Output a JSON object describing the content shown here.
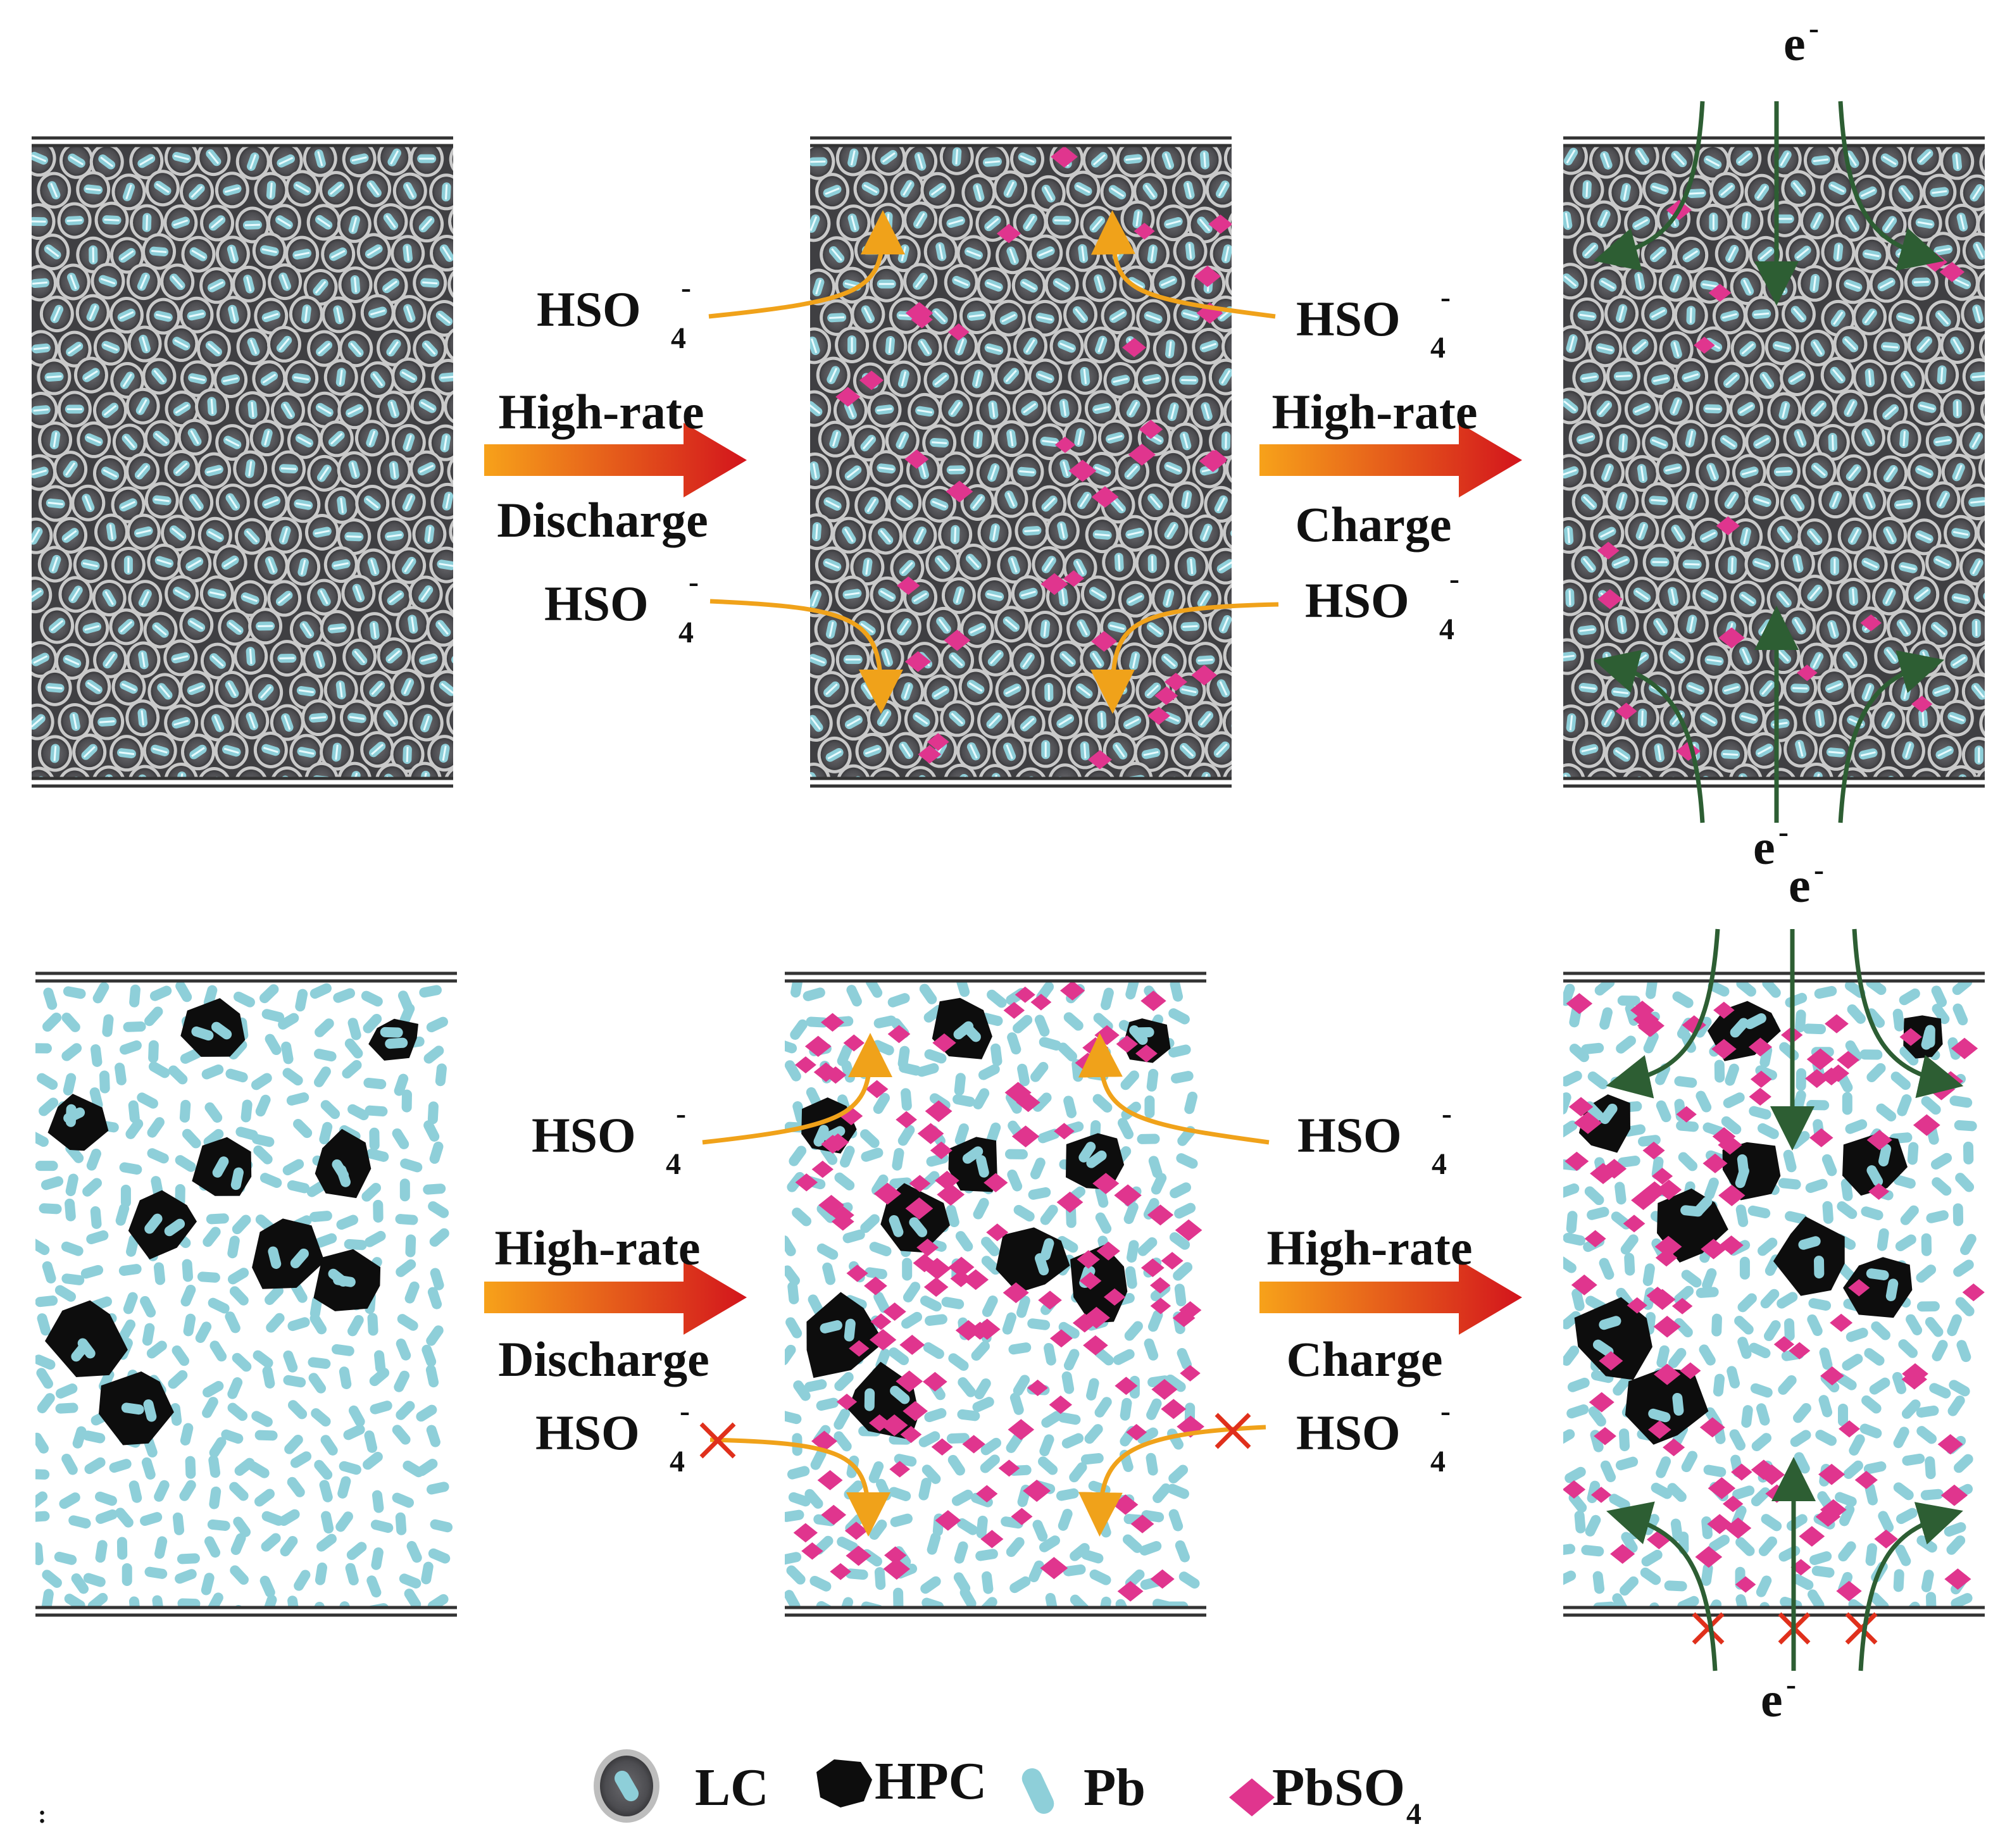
{
  "labels": {
    "high_rate": "High-rate",
    "discharge": "Discharge",
    "charge": "Charge",
    "hso4_base": "HSO",
    "hso4_sub": "4",
    "hso4_sup": "-",
    "e_base": "e",
    "e_sup": "-"
  },
  "legend": {
    "lc": "LC",
    "hpc": "HPC",
    "pb": "Pb",
    "pbso4_base": "PbSO",
    "pbso4_sub": "4"
  },
  "colors": {
    "background": "#ffffff",
    "electrode_line": "#333333",
    "lc_fill": "#555558",
    "lc_ring": "#c9c9c9",
    "pb": "#8ecfd9",
    "pb_stripe": "#e8fbff",
    "pbso4": "#e0358e",
    "hpc": "#0d0d0d",
    "hso4_arrow": "#f0a21a",
    "electron_arrow": "#2d5e33",
    "blocked_cross": "#e0301c",
    "process_arrow_start": "#f7a21a",
    "process_arrow_end": "#d3141c"
  }
}
